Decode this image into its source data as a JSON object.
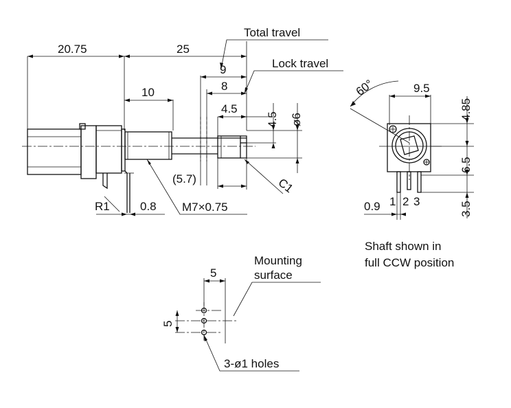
{
  "side_view": {
    "dim_body_length": "20.75",
    "dim_shaft_length": "25",
    "dim_thread_length": "10",
    "dim_total_travel": "9",
    "dim_lock_travel": "8",
    "dim_flat_length": "4.5",
    "dim_flat_depth": "4.5",
    "dim_shaft_diameter": "ø6",
    "dim_shaft_offset": "(5.7)",
    "label_total_travel": "Total travel",
    "label_lock_travel": "Lock travel",
    "label_chamfer": "C1",
    "label_thread": "M7×0.75",
    "label_radius": "R1",
    "dim_terminal": "0.8"
  },
  "front_view": {
    "dim_angle": "60°",
    "dim_width": "9.5",
    "dim_top": "4.85",
    "dim_middle": "6.5",
    "dim_terminal_len": "3.5",
    "dim_terminal_pitch": "0.9",
    "terminal_1": "1",
    "terminal_2": "2",
    "terminal_3": "3"
  },
  "note": {
    "line1": "Shaft shown in",
    "line2": "full CCW position"
  },
  "hole_view": {
    "dim_horizontal": "5",
    "dim_vertical": "5",
    "label_mounting_line1": "Mounting",
    "label_mounting_line2": "surface",
    "label_holes": "3-ø1 holes"
  }
}
